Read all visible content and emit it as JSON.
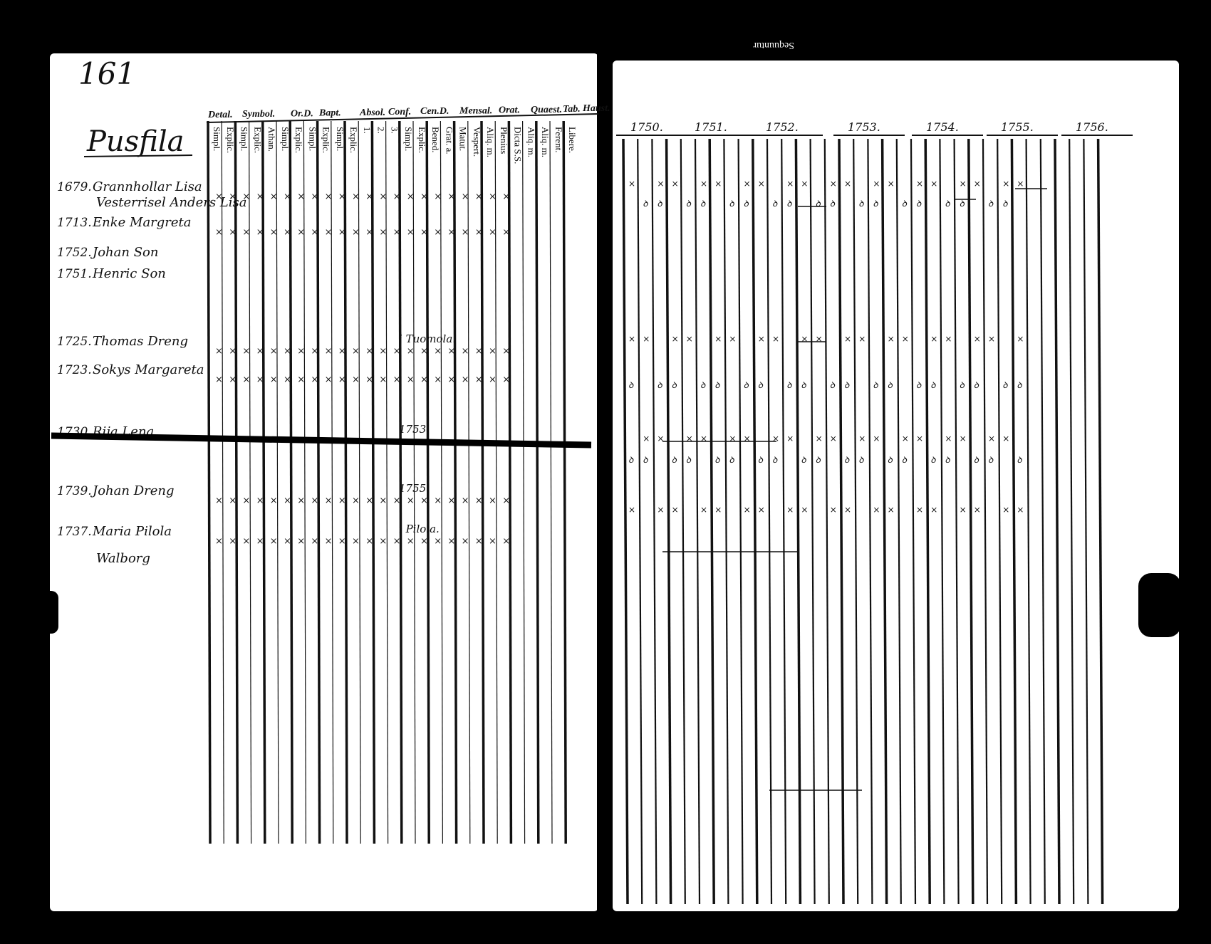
{
  "ledger": {
    "page_number": "161",
    "village": "Pusfila",
    "right_header_fragment": "Sequuntur",
    "header_groups": [
      "Detal.",
      "Symbol.",
      "Or.D.",
      "Bapt.",
      "Absol.",
      "Conf.",
      "Cen.D.",
      "Mensal.",
      "Orat.",
      "Quaest.",
      "Tab.",
      "Haust."
    ],
    "sub_columns": [
      "Simpl.",
      "Explic.",
      "Simpl.",
      "Explic.",
      "Athan.",
      "Simpl.",
      "Explic.",
      "Simpl.",
      "Explic.",
      "Simpl.",
      "Explic.",
      "1.",
      "2.",
      "3.",
      "Simpl.",
      "Explic.",
      "Bened.",
      "Grat. a.",
      "Matut.",
      "Vespert.",
      "Aliq. m.",
      "Plenius",
      "Dicta S.S.",
      "Aliq. m.",
      "Aliq. m.",
      "Ferent.",
      "Libere."
    ],
    "years": [
      "1750.",
      "1751.",
      "1752.",
      "1753.",
      "1754.",
      "1755.",
      "1756."
    ],
    "entries": [
      {
        "birth": "1679.",
        "name": "Grannhollar Lisa",
        "note": ""
      },
      {
        "birth": "",
        "name": "Vesterrisel Anders Lisa",
        "note": ""
      },
      {
        "birth": "1713.",
        "name": "Enke Margreta",
        "note": ""
      },
      {
        "birth": "1752.",
        "name": "Johan Son",
        "note": ""
      },
      {
        "birth": "1751.",
        "name": "Henric Son",
        "note": ""
      },
      {
        "birth": "1725.",
        "name": "Thomas Dreng",
        "note": "i Tuomola."
      },
      {
        "birth": "1723.",
        "name": "Sokys Margareta",
        "note": ""
      },
      {
        "birth": "1730.",
        "name": "Rija Lena",
        "note": "1753."
      },
      {
        "birth": "1739.",
        "name": "Johan Dreng",
        "note": "1755."
      },
      {
        "birth": "1737.",
        "name": "Maria Pilola",
        "note": "i Pilola."
      },
      {
        "birth": "",
        "name": "Walborg",
        "note": ""
      }
    ]
  }
}
